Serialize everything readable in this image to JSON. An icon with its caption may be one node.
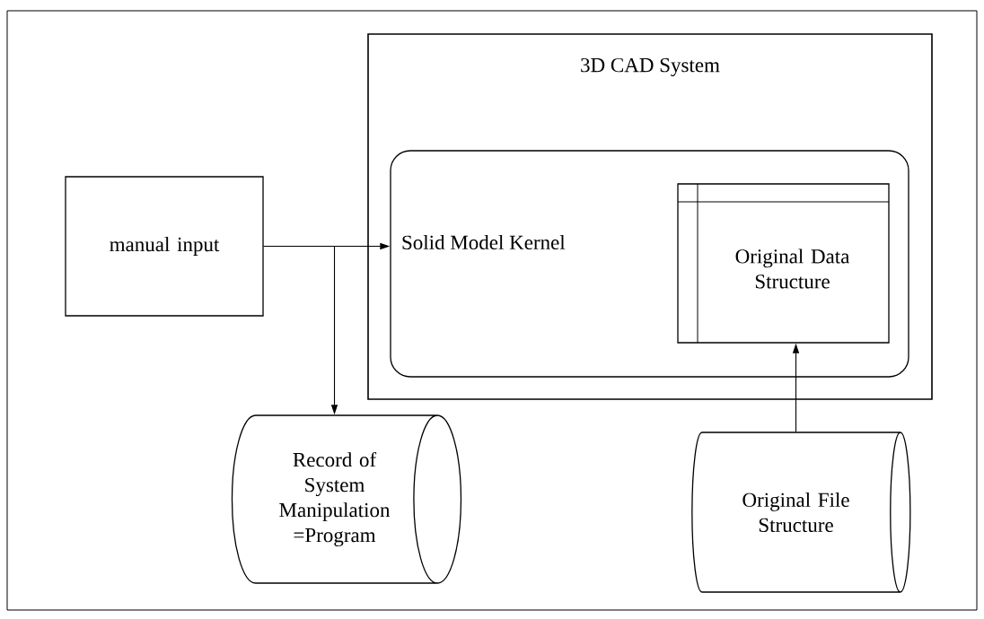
{
  "diagram": {
    "nodes": [
      {
        "text": [
          "3D CAD System"
        ]
      },
      {
        "text": [
          "Solid Model Kernel"
        ],
        "in": 0
      },
      {
        "text": [
          "Original Data Structure"
        ],
        "in": 1
      },
      {
        "text": [
          "manual input"
        ]
      },
      {
        "text": [
          "Record of System Manipulation =Program"
        ]
      },
      {
        "text": [
          "Original File Structure"
        ]
      }
    ],
    "edges": [
      {
        "from": 3,
        "to": 1,
        "arrow": "to"
      },
      {
        "from": 3,
        "to": 4,
        "arrow": "to"
      },
      {
        "from": 5,
        "to": 2,
        "arrow": "to"
      }
    ]
  }
}
